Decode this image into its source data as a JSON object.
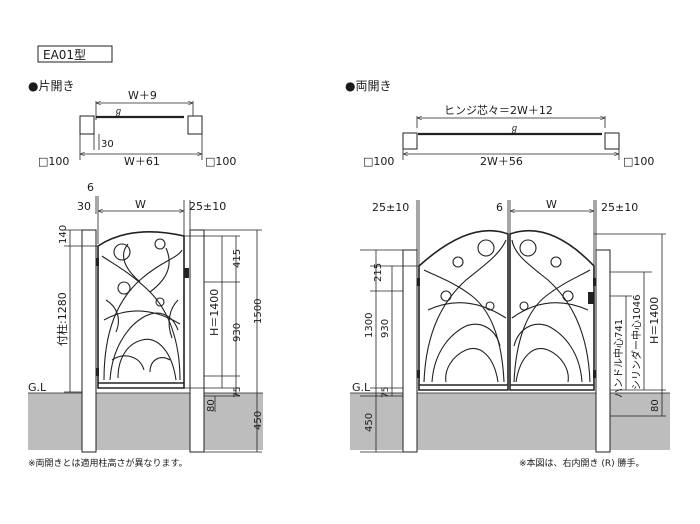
{
  "model_label": "EA01型",
  "left": {
    "title": "●片開き",
    "plan": {
      "top_dim": "W＋9",
      "inner_dim": "W＋61",
      "offset_dim": "30",
      "post_left": "□100",
      "post_right": "□100"
    },
    "elev": {
      "dim_6": "6",
      "dim_30": "30",
      "dim_w": "W",
      "dim_25": "25±10",
      "dim_140": "140",
      "post_height": "付柱:1280",
      "gl": "G.L",
      "dim_415": "415",
      "dim_930": "930",
      "dim_h": "H＝1400",
      "dim_1500": "1500",
      "dim_75": "75",
      "dim_80": "80",
      "dim_450": "450"
    },
    "note": "※両開きとは適用柱高さが異なります。"
  },
  "right": {
    "title": "●両開き",
    "plan": {
      "top_dim": "ヒンジ芯々＝2W＋12",
      "inner_dim": "2W＋56",
      "post_left": "□100",
      "post_right": "□100"
    },
    "elev": {
      "dim_25_left": "25±10",
      "dim_6": "6",
      "dim_w": "W",
      "dim_25_right": "25±10",
      "dim_215": "215",
      "dim_1300": "1300",
      "dim_930": "930",
      "gl": "G.L",
      "dim_75": "75",
      "dim_450": "450",
      "handle": "ハンドル中心741",
      "cylinder": "シリンダー中心1046",
      "dim_h": "H＝1400",
      "dim_80": "80"
    },
    "note": "※本図は、右内開き (R) 勝手。"
  }
}
